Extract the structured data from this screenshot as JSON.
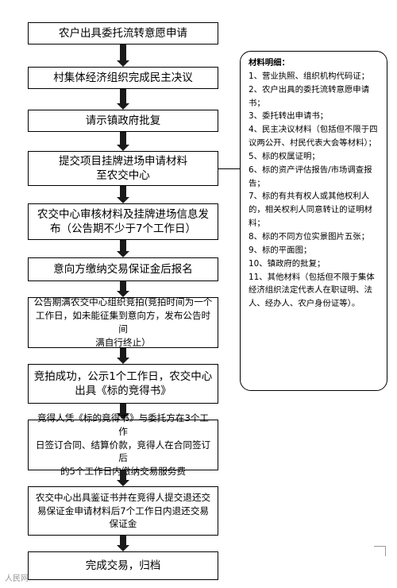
{
  "flow": [
    "农户出具委托流转意愿申请",
    "村集体经济组织完成民主决议",
    "请示镇政府批复",
    "提交项目挂牌进场申请材料\n至农交中心",
    "农交中心审核材料及挂牌进场信息发\n布（公告期不少于7个工作日）",
    "意向方缴纳交易保证金后报名",
    "公告期满农交中心组织竞拍(竞拍时间为一个\n工作日，如未能征集到意向方，发布公告时间\n满自行终止）",
    "竞拍成功，公示1个工作日，农交中心\n出具《标的竞得书》",
    "竞得人凭《标的竞得书》与委托方在3个工作\n日签订合同、结算价款，竞得人在合同签订后\n的5个工作日内缴纳交易服务费",
    "农交中心出具鉴证书并在竞得人提交退还交\n易保证金申请材料后7个工作日内退还交易\n保证金",
    "完成交易，归档"
  ],
  "materials": {
    "title": "材料明细：",
    "items": [
      "1、营业执照、组织机构代码证；",
      "2、农户出具的委托流转意愿申请书；",
      "3、委托转出申请书；",
      "4、民主决议材料（包括但不限于四议两公开、村民代表大会等材料）；",
      "5、标的权属证明；",
      "6、标的资产评估报告/市场调查报告；",
      "7、标的有共有权人或其他权利人的，相关权利人同意转让的证明材料；",
      "8、标的不同方位实景图片五张；",
      "9、标的平面图；",
      "10、镇政府的批复；",
      "11、其他材料（包括但不限于集体经济组织法定代表人在职证明、法人、经办人、农户身份证等）。"
    ]
  },
  "watermark": "人民网"
}
